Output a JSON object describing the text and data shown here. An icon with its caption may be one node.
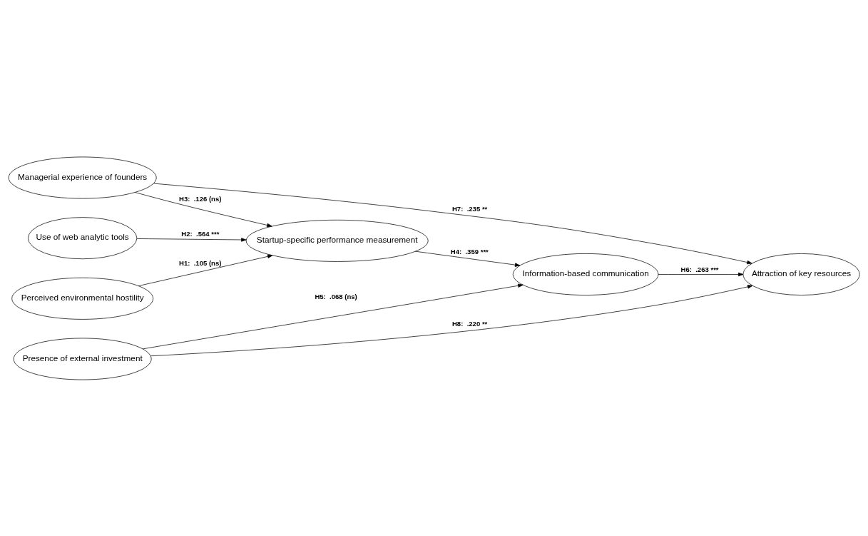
{
  "diagram": {
    "nodes": [
      {
        "text": [
          "Perceived environmental hostility"
        ]
      },
      {
        "text": [
          "Use of web analytic tools"
        ]
      },
      {
        "text": [
          "Managerial experience of founders"
        ]
      },
      {
        "text": [
          "Presence of external investment"
        ]
      },
      {
        "text": [
          "Startup-specific performance measurement"
        ]
      },
      {
        "text": [
          "Information-based communication"
        ]
      },
      {
        "text": [
          "Attraction of key resources"
        ]
      }
    ],
    "edges": [
      {
        "from": 0,
        "to": 4,
        "arrow": "to",
        "label": "H1:  .105 (ns)"
      },
      {
        "from": 1,
        "to": 4,
        "arrow": "to",
        "label": "H2:  .564 ***"
      },
      {
        "from": 2,
        "to": 4,
        "arrow": "to",
        "label": "H3:  .126 (ns)"
      },
      {
        "from": 4,
        "to": 5,
        "arrow": "to",
        "label": "H4:  .359 ***"
      },
      {
        "from": 3,
        "to": 5,
        "arrow": "to",
        "label": "H5:  .068 (ns)"
      },
      {
        "from": 5,
        "to": 6,
        "arrow": "to",
        "label": "H6:  .263 ***"
      },
      {
        "from": 2,
        "to": 6,
        "arrow": "to",
        "label": "H7:  .235 **"
      },
      {
        "from": 3,
        "to": 6,
        "arrow": "to",
        "label": "H8:  .220 **"
      }
    ]
  }
}
